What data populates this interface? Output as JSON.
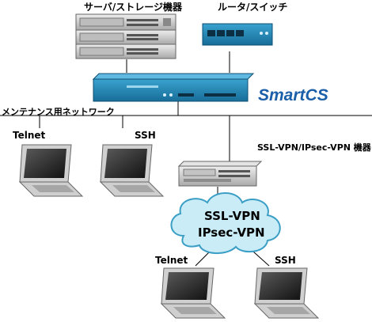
{
  "labels": {
    "server_storage": "サーバ/ストレージ機器",
    "router_switch": "ルータ/スイッチ",
    "smartcs": "SmartCS",
    "maintenance_network": "メンテナンス用ネットワーク",
    "telnet_left": "Telnet",
    "ssh_left": "SSH",
    "vpn_device": "SSL-VPN/IPsec-VPN 機器",
    "cloud_line1": "SSL-VPN",
    "cloud_line2": "IPsec-VPN",
    "telnet_bottom": "Telnet",
    "ssh_bottom": "SSH"
  },
  "colors": {
    "smartcs_brand": "#1b5fa8",
    "device_blue": "#1e7fae",
    "cloud_fill": "#c9ecf6",
    "cloud_stroke": "#3a9ec5",
    "server_gray": "#cfcfcf",
    "laptop_gray": "#d0d0d0"
  }
}
